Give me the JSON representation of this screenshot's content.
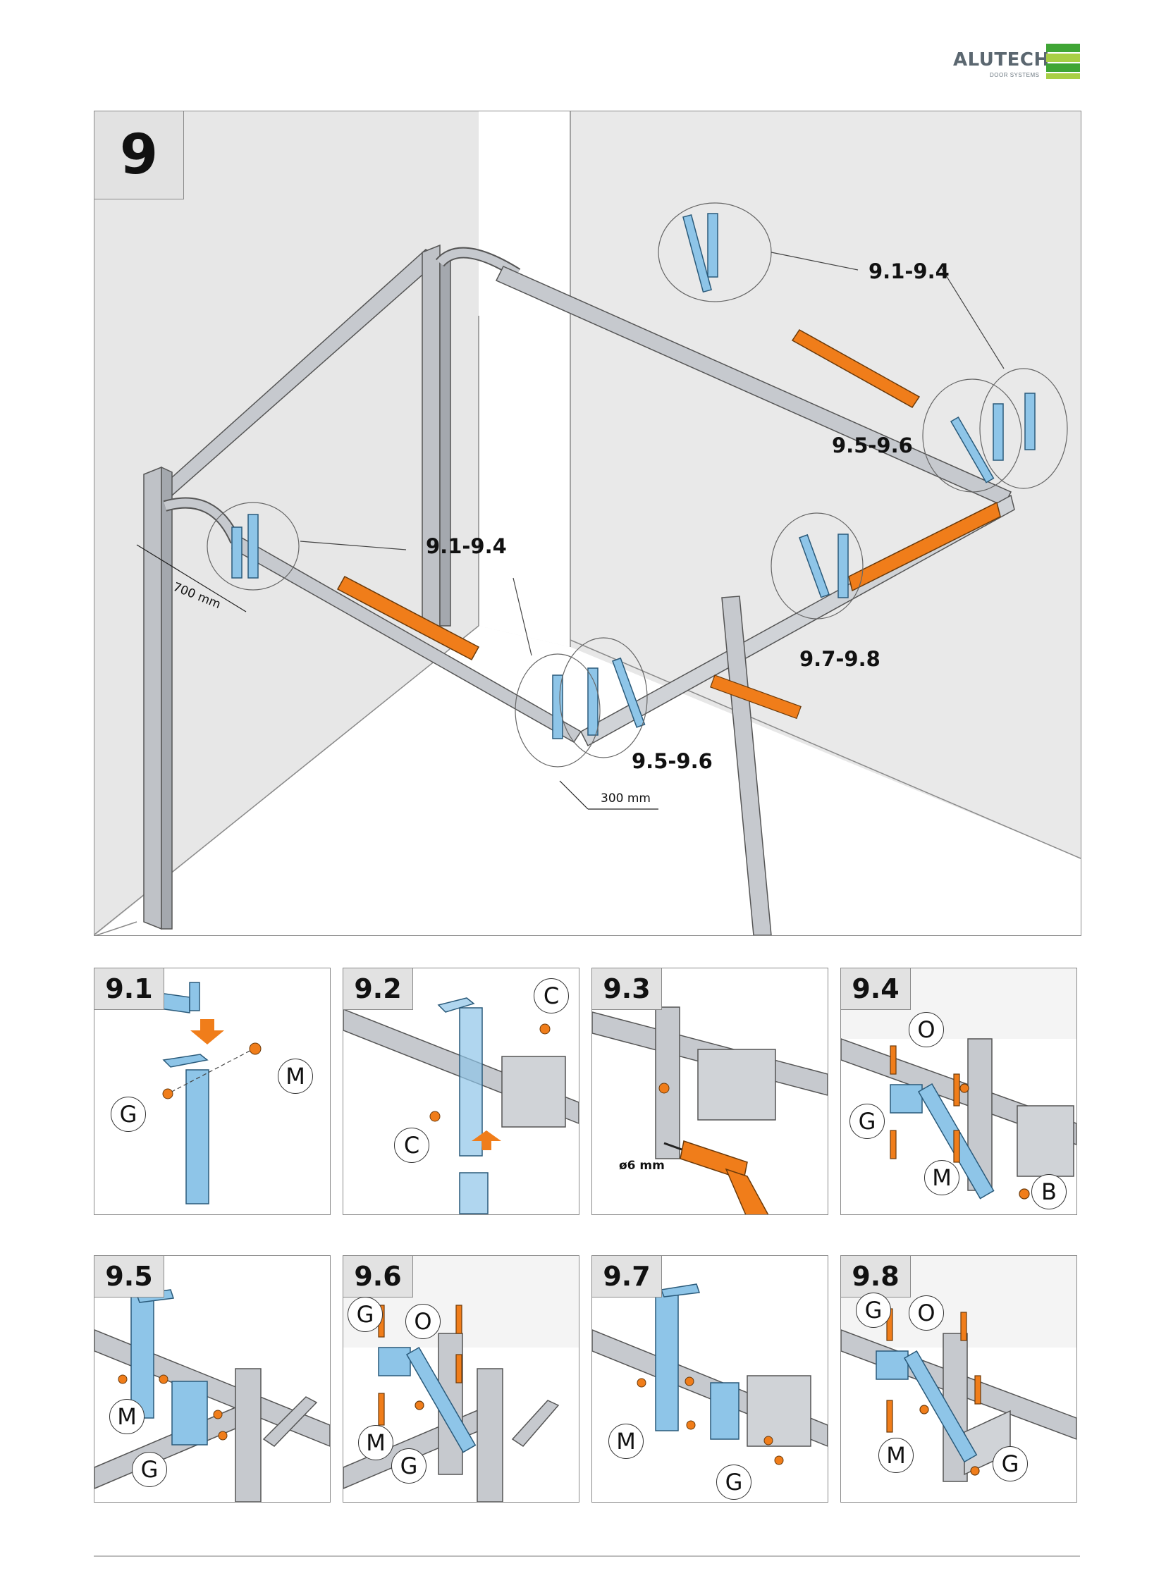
{
  "brand": {
    "name": "ALUTECH",
    "tagline": "DOOR SYSTEMS",
    "colors": [
      "#3fa535",
      "#a8cf45",
      "#3fa535"
    ]
  },
  "main": {
    "step": "9",
    "callouts": {
      "top_right": "9.1-9.4",
      "right_mid": "9.5-9.6",
      "left_mid": "9.1-9.4",
      "front_right": "9.7-9.8",
      "front_left": "9.5-9.6"
    },
    "dimensions": {
      "d700": "700 mm",
      "d300": "300 mm"
    }
  },
  "details": [
    {
      "label": "9.1",
      "letters": [
        "M",
        "G"
      ]
    },
    {
      "label": "9.2",
      "letters": [
        "C",
        "C"
      ]
    },
    {
      "label": "9.3",
      "drill": "ø6 mm"
    },
    {
      "label": "9.4",
      "letters": [
        "O",
        "G",
        "M",
        "B"
      ]
    },
    {
      "label": "9.5",
      "letters": [
        "M",
        "G"
      ]
    },
    {
      "label": "9.6",
      "letters": [
        "G",
        "O",
        "M",
        "G"
      ]
    },
    {
      "label": "9.7",
      "letters": [
        "M",
        "G"
      ]
    },
    {
      "label": "9.8",
      "letters": [
        "G",
        "O",
        "M",
        "G"
      ]
    }
  ],
  "colors": {
    "bracket": "#8ec5e8",
    "rail": "#b9bdc3",
    "orange": "#f07d1a",
    "wall": "#e7e7e7"
  }
}
